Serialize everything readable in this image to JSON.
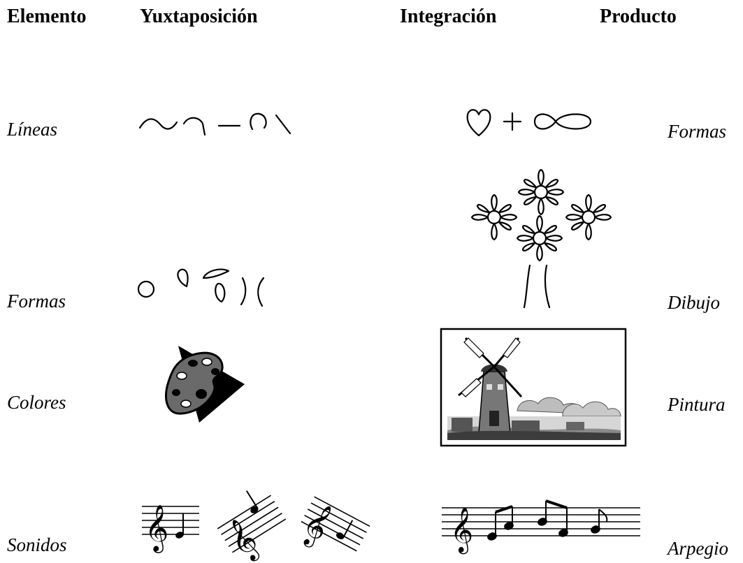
{
  "headers": {
    "elemento": "Elemento",
    "yuxtaposicion": "Yuxtaposición",
    "integracion": "Integración",
    "producto": "Producto"
  },
  "rows": [
    {
      "elemento": "Líneas",
      "producto": "Formas"
    },
    {
      "elemento": "Formas",
      "producto": "Dibujo"
    },
    {
      "elemento": "Colores",
      "producto": "Pintura"
    },
    {
      "elemento": "Sonidos",
      "producto": "Arpegio"
    }
  ],
  "illustrations": {
    "lines_juxtaposed": "wave-hook-dash-loop-slash-lines",
    "lines_integrated": "heart-plus-infinity-shape",
    "shapes_juxtaposed": "circle-drops-lines-shapes",
    "shapes_integrated": "flower-tree-drawing",
    "colors_juxtaposed": "paint-palette-icon",
    "colors_integrated": "windmill-landscape-painting",
    "sounds_juxtaposed": "three-treble-staff-fragments",
    "sounds_integrated": "arpeggio-staff"
  }
}
